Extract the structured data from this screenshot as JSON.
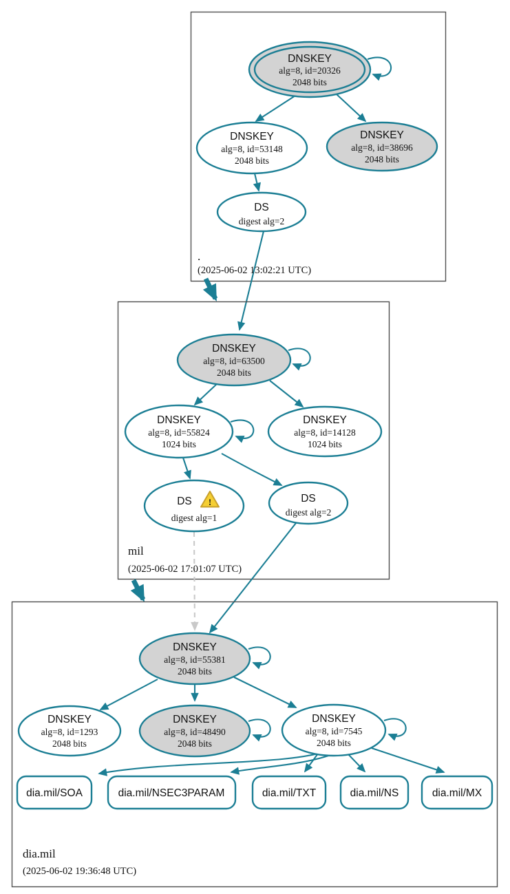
{
  "diagram_type": "dnssec-authentication-chain",
  "colors": {
    "edge_teal": "#1b7e94",
    "node_gray_fill": "#d3d3d3",
    "node_white_fill": "#ffffff",
    "zone_border_gray": "#4f4f4f",
    "insecure_dashed_gray": "#c9c9c9",
    "warning_yellow": "#f5cf33"
  },
  "icons": {
    "warning": "exclamation-triangle"
  },
  "zones": {
    "root": {
      "label": ".",
      "timestamp": "(2025-06-02 13:02:21 UTC)",
      "nodes": {
        "ksk20326": {
          "title": "DNSKEY",
          "detail1": "alg=8, id=20326",
          "detail2": "2048 bits"
        },
        "zsk53148": {
          "title": "DNSKEY",
          "detail1": "alg=8, id=53148",
          "detail2": "2048 bits"
        },
        "key38696": {
          "title": "DNSKEY",
          "detail1": "alg=8, id=38696",
          "detail2": "2048 bits"
        },
        "ds": {
          "title": "DS",
          "detail1": "digest alg=2"
        }
      }
    },
    "mil": {
      "label": "mil",
      "timestamp": "(2025-06-02 17:01:07 UTC)",
      "nodes": {
        "ksk63500": {
          "title": "DNSKEY",
          "detail1": "alg=8, id=63500",
          "detail2": "2048 bits"
        },
        "zsk55824": {
          "title": "DNSKEY",
          "detail1": "alg=8, id=55824",
          "detail2": "1024 bits"
        },
        "key14128": {
          "title": "DNSKEY",
          "detail1": "alg=8, id=14128",
          "detail2": "1024 bits"
        },
        "ds1": {
          "title": "DS",
          "detail1": "digest alg=1",
          "warning": "!"
        },
        "ds2": {
          "title": "DS",
          "detail1": "digest alg=2"
        }
      }
    },
    "diamil": {
      "label": "dia.mil",
      "timestamp": "(2025-06-02 19:36:48 UTC)",
      "nodes": {
        "ksk55381": {
          "title": "DNSKEY",
          "detail1": "alg=8, id=55381",
          "detail2": "2048 bits"
        },
        "key1293": {
          "title": "DNSKEY",
          "detail1": "alg=8, id=1293",
          "detail2": "2048 bits"
        },
        "key48490": {
          "title": "DNSKEY",
          "detail1": "alg=8, id=48490",
          "detail2": "2048 bits"
        },
        "key7545": {
          "title": "DNSKEY",
          "detail1": "alg=8, id=7545",
          "detail2": "2048 bits"
        }
      },
      "rrsets": [
        "dia.mil/SOA",
        "dia.mil/NSEC3PARAM",
        "dia.mil/TXT",
        "dia.mil/NS",
        "dia.mil/MX"
      ]
    }
  }
}
